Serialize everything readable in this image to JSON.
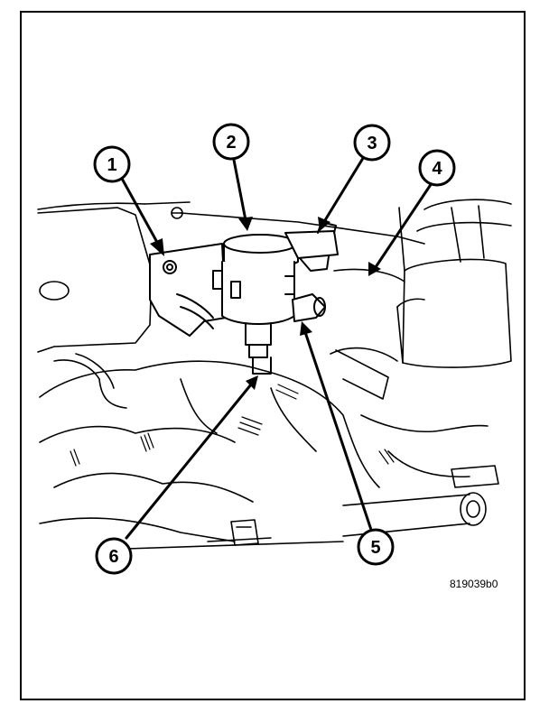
{
  "figure": {
    "id_label": "819039b0",
    "colors": {
      "ink": "#000000",
      "paper": "#ffffff"
    }
  },
  "callouts": [
    {
      "label": "1"
    },
    {
      "label": "2"
    },
    {
      "label": "3"
    },
    {
      "label": "4"
    },
    {
      "label": "5"
    },
    {
      "label": "6"
    }
  ]
}
